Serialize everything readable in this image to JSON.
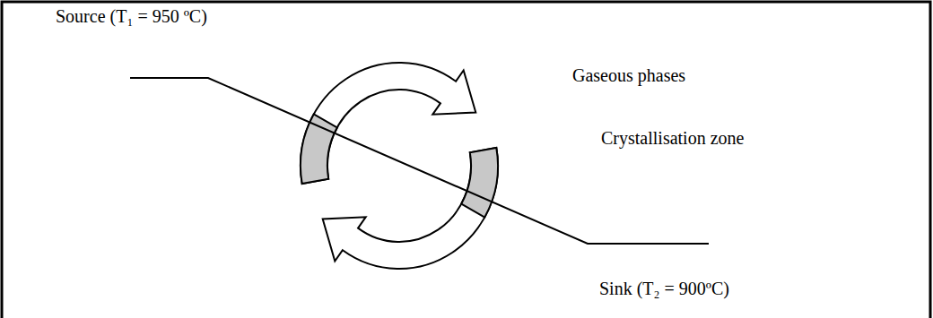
{
  "diagram": {
    "labels": [
      "Source (T₁ = 950 ºC)",
      "Gaseous phases",
      "Crystallisation zone",
      "Sink (T₂ = 900ºC)"
    ]
  }
}
